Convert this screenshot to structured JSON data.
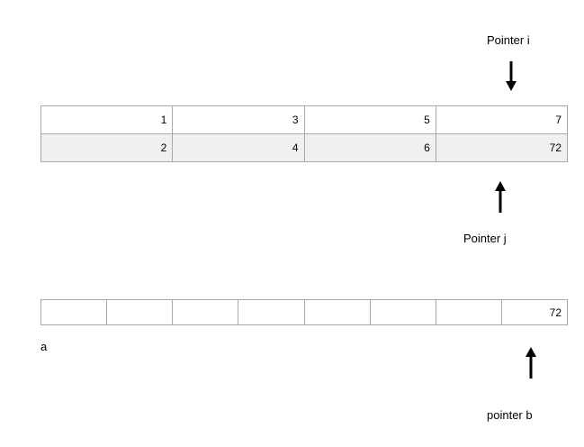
{
  "pointers": {
    "i_label": "Pointer i",
    "j_label": "Pointer j",
    "b_label": "pointer b"
  },
  "top_table": {
    "row1": [
      "1",
      "3",
      "5",
      "7"
    ],
    "row2": [
      "2",
      "4",
      "6",
      "72"
    ]
  },
  "bottom_array": {
    "cells": [
      "",
      "",
      "",
      "",
      "",
      "",
      "",
      "72"
    ],
    "label": "a"
  }
}
